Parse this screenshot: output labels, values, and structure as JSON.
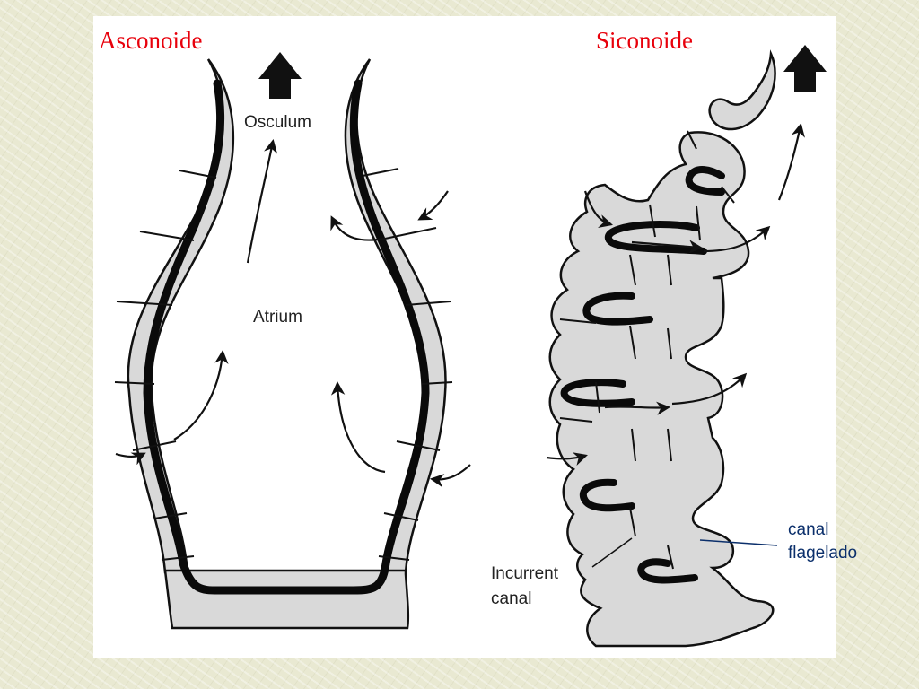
{
  "titles": {
    "left": "Asconoide",
    "right": "Siconoide",
    "color": "#e8000b"
  },
  "labels": {
    "osculum": "Osculum",
    "atrium": "Atrium",
    "incurrent_canal": "Incurrent canal",
    "canal_flagelado": "canal flagelado",
    "canal_flagelado_color": "#0b2f6b"
  },
  "colors": {
    "background": "#e9e9d2",
    "panel": "#ffffff",
    "wall_fill": "#d9d9d9",
    "choanoderm": "#0a0a0a",
    "leader_line": "#0b2f6b"
  }
}
